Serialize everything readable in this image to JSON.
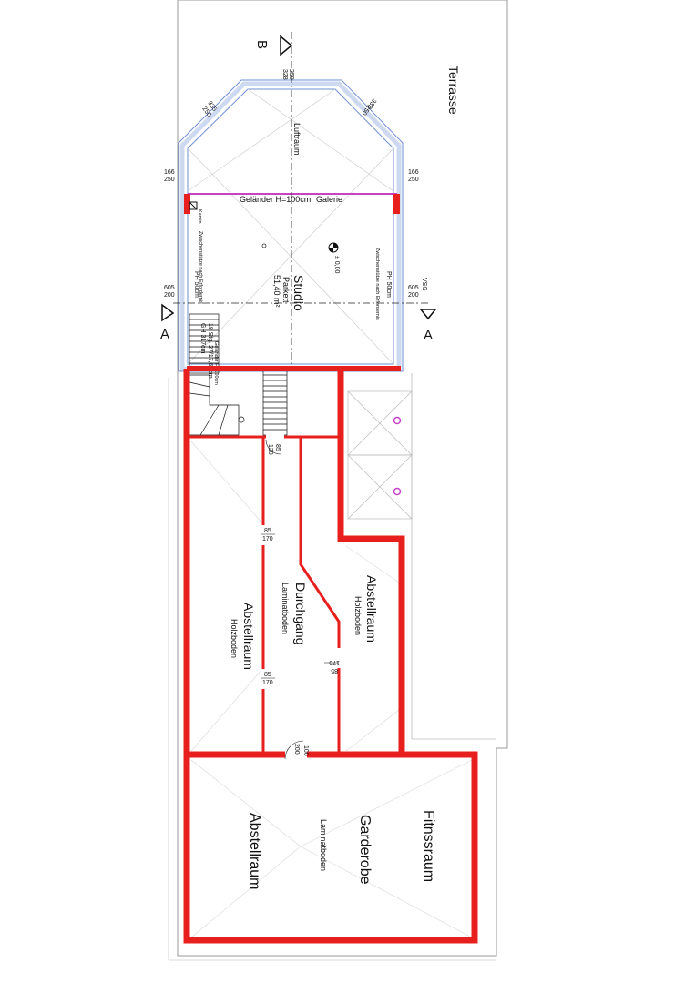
{
  "plan": {
    "terrace_label": "Terrasse",
    "section_b": "B",
    "section_a_left": "A",
    "section_a_right": "A",
    "rooms": {
      "studio": {
        "name": "Studio",
        "floor": "Parkett",
        "area": "51,40 m²"
      },
      "luftraum": "Luftraum",
      "galerie": "Galerie",
      "gelaender": "Geländer H=100cm",
      "level_mark": "± 0,00",
      "abstellraum_left": {
        "name": "Abstellraum",
        "floor": "Holzboden"
      },
      "durchgang": {
        "name": "Durchgang",
        "floor": "Laminatboden"
      },
      "abstellraum_right": {
        "name": "Abstellraum",
        "floor": "Holzboden"
      },
      "abstellraum_bottom": {
        "name": "Abstellraum"
      },
      "garderobe": {
        "name": "Garderobe",
        "floor": "Laminatboden"
      },
      "fitness": {
        "name": "Fitnssraum"
      }
    },
    "window_labels": {
      "top_a": "328",
      "top_b": "250",
      "left_a": "335",
      "left_b": "250",
      "right_a": "335",
      "right_b": "250",
      "midleft_a": "166",
      "midleft_b": "250",
      "midright_a": "166",
      "midright_b": "250",
      "lowleft_a": "605",
      "lowleft_b": "200",
      "lowright_a": "605",
      "lowright_b": "200",
      "ph_left": "PH 50cm",
      "ph_right": "PH 50cm",
      "vsg": "VSG",
      "zwischen_left": "Zwischenstütze nach Erfordernis",
      "zwischen_right": "Zwischenstütze nach Erfordernis",
      "kamin": "Kamin"
    },
    "stair": {
      "line1": "18 Stg. 27/17,61cm",
      "line2": "GH 317cm",
      "line3": "Geländer H=100cm"
    },
    "doors": {
      "d1_a": "85",
      "d1_b": "130",
      "d2_a": "85",
      "d2_b": "170",
      "d3_a": "85",
      "d3_b": "170",
      "d4_a": "85",
      "d4_b": "170",
      "d5_a": "100",
      "d5_b": "200"
    },
    "colors": {
      "wall_red": "#e8201d",
      "glass_blue": "#6f8fd6",
      "rail_magenta": "#c842c8",
      "dash": "#222222"
    }
  }
}
